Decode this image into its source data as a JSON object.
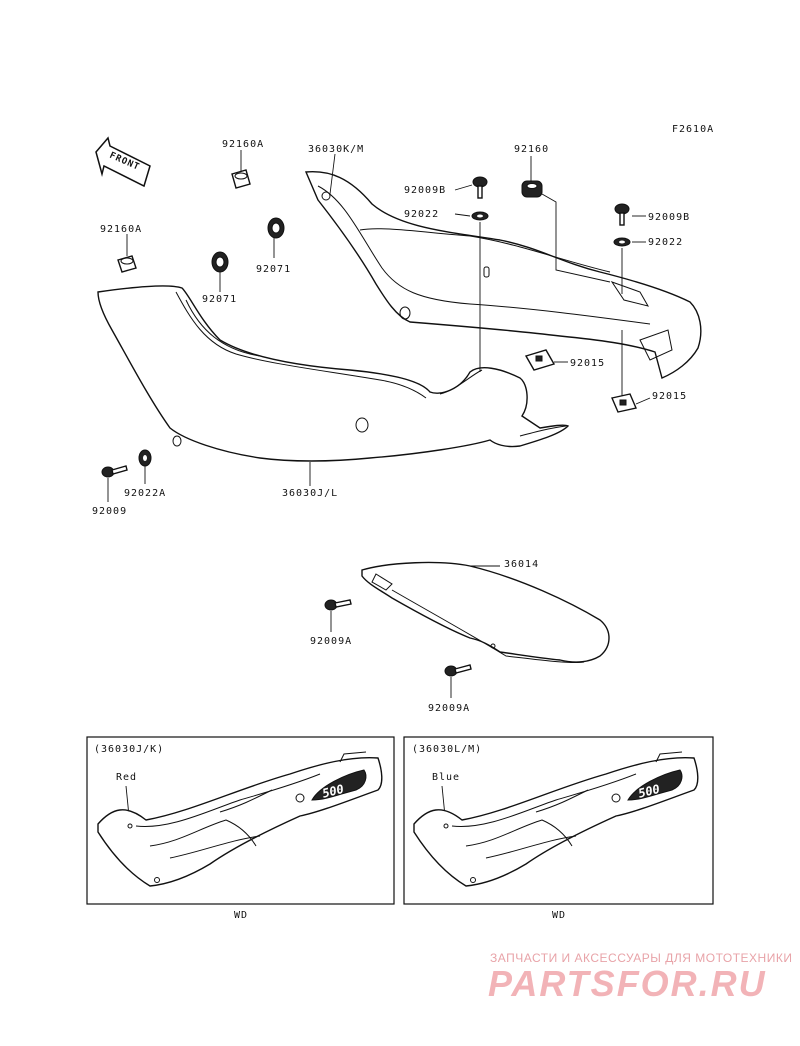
{
  "figure_code": "F2610A",
  "front_arrow": {
    "text": "FRONT"
  },
  "callouts": {
    "c92160A_top": "92160A",
    "c36030KM": "36030K/M",
    "c92160": "92160",
    "c92009B_mid": "92009B",
    "c92022_mid": "92022",
    "c92009B_right": "92009B",
    "c92022_right": "92022",
    "c92160A_left": "92160A",
    "c92071_upper": "92071",
    "c92071_lower": "92071",
    "c92015_mid": "92015",
    "c92015_right": "92015",
    "c92009": "92009",
    "c92022A": "92022A",
    "c36030JL": "36030J/L",
    "c36014": "36014",
    "c92009A_upper": "92009A",
    "c92009A_lower": "92009A"
  },
  "inset_left": {
    "title": "(36030J/K)",
    "color_label": "Red",
    "caption": "WD",
    "logo": "500"
  },
  "inset_right": {
    "title": "(36030L/M)",
    "color_label": "Blue",
    "caption": "WD",
    "logo": "500"
  },
  "watermark": {
    "tagline": "ЗАПЧАСТИ И АКСЕССУАРЫ ДЛЯ МОТОТЕХНИКИ",
    "brand": "PARTSFOR.RU"
  }
}
